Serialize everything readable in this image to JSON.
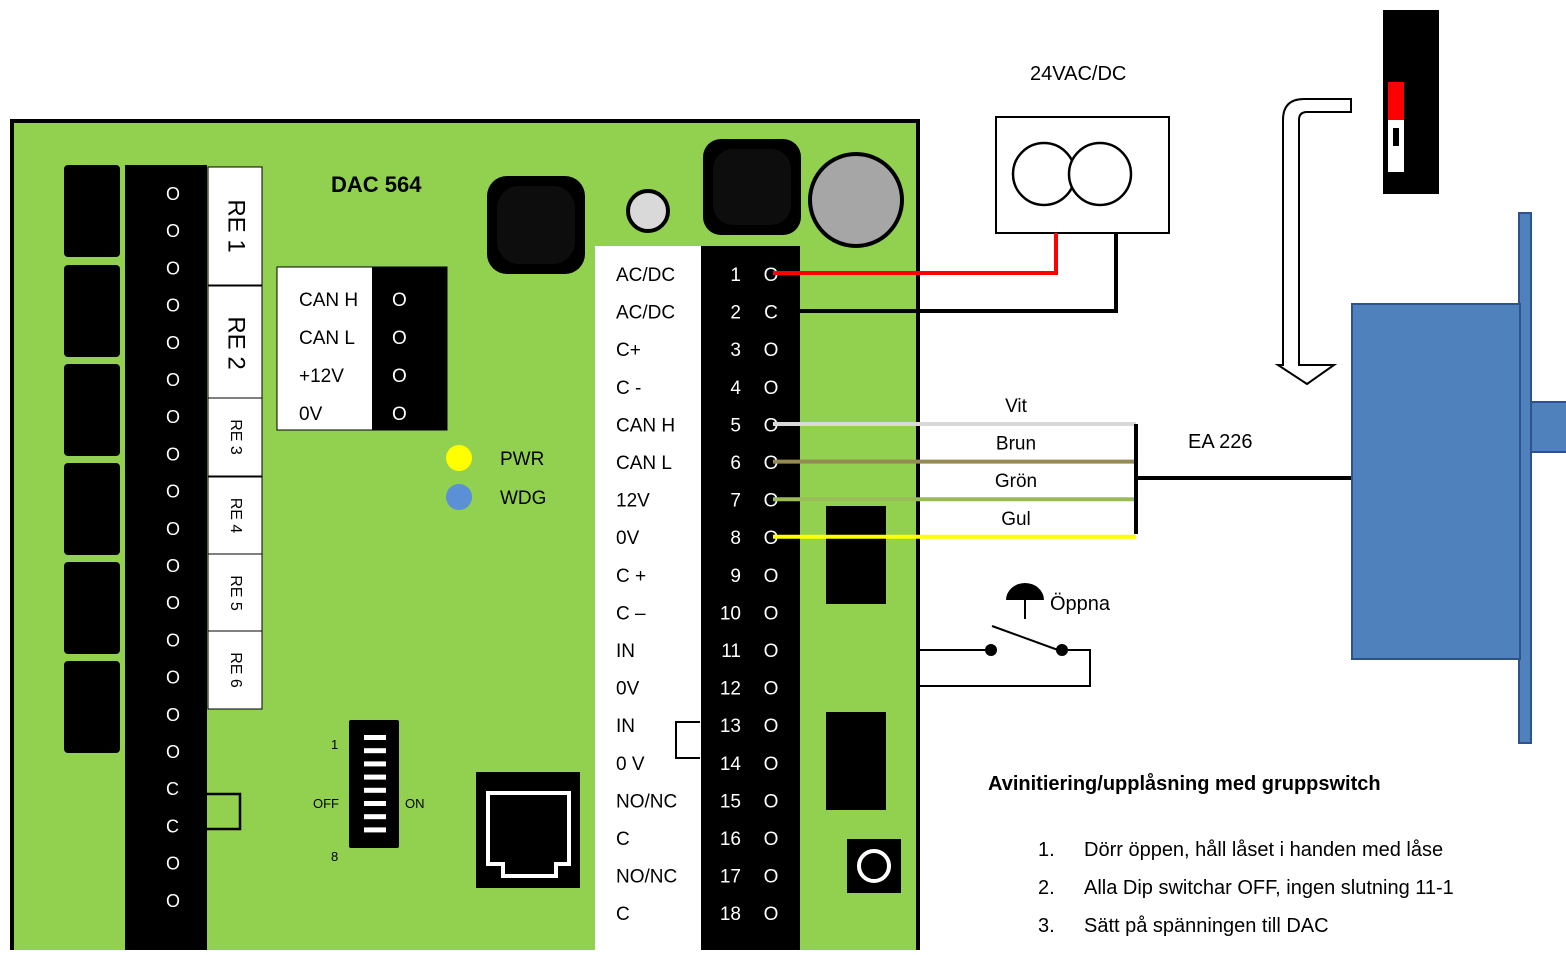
{
  "board": {
    "title": "DAC 564",
    "left_terminals": [
      "O",
      "O",
      "O",
      "O",
      "O",
      "O",
      "O",
      "O",
      "O",
      "O",
      "O",
      "O",
      "O",
      "O",
      "O",
      "O",
      "C",
      "C",
      "O",
      "O"
    ],
    "relays": [
      "RE 1",
      "RE 2",
      "RE 3",
      "RE 4",
      "RE 5",
      "RE 6"
    ],
    "can_block": {
      "labels": [
        "CAN H",
        "CAN L",
        "+12V",
        "0V"
      ],
      "pins": [
        "O",
        "O",
        "O",
        "O"
      ]
    },
    "leds": [
      {
        "label": "PWR",
        "color": "#ffff00"
      },
      {
        "label": "WDG",
        "color": "#5b8fd6"
      }
    ],
    "dip": {
      "first": "1",
      "last": "8",
      "off": "OFF",
      "on": "ON"
    },
    "terminals": [
      {
        "label": "AC/DC",
        "num": "1",
        "pin": "O"
      },
      {
        "label": "AC/DC",
        "num": "2",
        "pin": "C"
      },
      {
        "label": "C+",
        "num": "3",
        "pin": "O"
      },
      {
        "label": "C -",
        "num": "4",
        "pin": "O"
      },
      {
        "label": "CAN H",
        "num": "5",
        "pin": "O"
      },
      {
        "label": "CAN L",
        "num": "6",
        "pin": "O"
      },
      {
        "label": "12V",
        "num": "7",
        "pin": "O"
      },
      {
        "label": "0V",
        "num": "8",
        "pin": "O"
      },
      {
        "label": "C +",
        "num": "9",
        "pin": "O"
      },
      {
        "label": "C –",
        "num": "10",
        "pin": "O"
      },
      {
        "label": "IN",
        "num": "11",
        "pin": "O"
      },
      {
        "label": "0V",
        "num": "12",
        "pin": "O"
      },
      {
        "label": "IN",
        "num": "13",
        "pin": "O"
      },
      {
        "label": "0 V",
        "num": "14",
        "pin": "O"
      },
      {
        "label": "NO/NC",
        "num": "15",
        "pin": "O"
      },
      {
        "label": "C",
        "num": "16",
        "pin": "O"
      },
      {
        "label": "NO/NC",
        "num": "17",
        "pin": "O"
      },
      {
        "label": "C",
        "num": "18",
        "pin": "O"
      }
    ]
  },
  "power_label": "24VAC/DC",
  "wires": [
    {
      "label": "Vit",
      "color": "#d9d9d9"
    },
    {
      "label": "Brun",
      "color": "#948a54"
    },
    {
      "label": "Grön",
      "color": "#9bbb59"
    },
    {
      "label": "Gul",
      "color": "#ffff00"
    }
  ],
  "lock_label": "EA 226",
  "button_label": "Öppna",
  "instructions": {
    "heading": "Avinitiering/upplåsning med gruppswitch",
    "steps": [
      "Dörr öppen, håll låset i handen med låse",
      "Alla Dip switchar OFF, ingen slutning 11-1",
      "Sätt på spänningen till DAC"
    ]
  }
}
